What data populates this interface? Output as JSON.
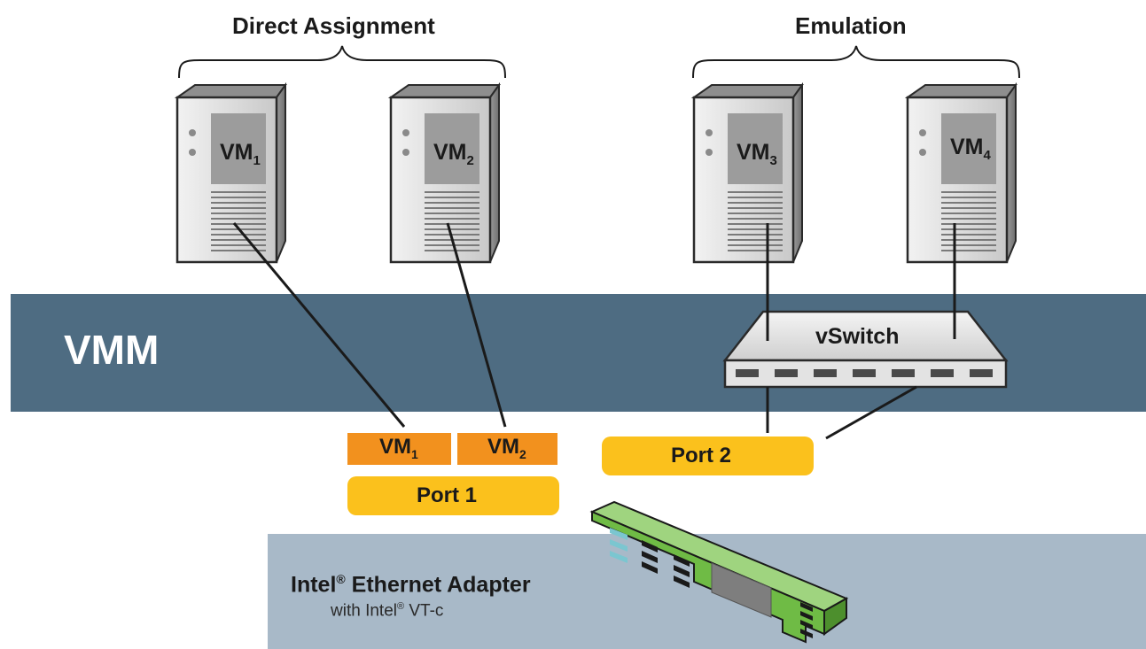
{
  "groups": {
    "direct_assignment": "Direct Assignment",
    "emulation": "Emulation"
  },
  "vms": [
    {
      "base": "VM",
      "sub": "1"
    },
    {
      "base": "VM",
      "sub": "2"
    },
    {
      "base": "VM",
      "sub": "3"
    },
    {
      "base": "VM",
      "sub": "4"
    }
  ],
  "vmm_label": "VMM",
  "vswitch_label": "vSwitch",
  "vf_labels": [
    {
      "base": "VM",
      "sub": "1"
    },
    {
      "base": "VM",
      "sub": "2"
    }
  ],
  "ports": {
    "port1": "Port 1",
    "port2": "Port 2"
  },
  "adapter": {
    "title": "Intel",
    "title_reg": "®",
    "title_rest": " Ethernet Adapter",
    "subtitle_pre": "with Intel",
    "subtitle_reg": "®",
    "subtitle_post": " VT-c"
  },
  "colors": {
    "vmm_band": "#4e6c82",
    "adapter_bg": "#a8b9c8",
    "vf_orange": "#f2911e",
    "port_yellow": "#fbc11c",
    "card_green": "#6fbb45",
    "server_gray": "#d0d0d0"
  },
  "icons": [
    "server-icon",
    "network-switch-icon",
    "network-card-icon"
  ]
}
